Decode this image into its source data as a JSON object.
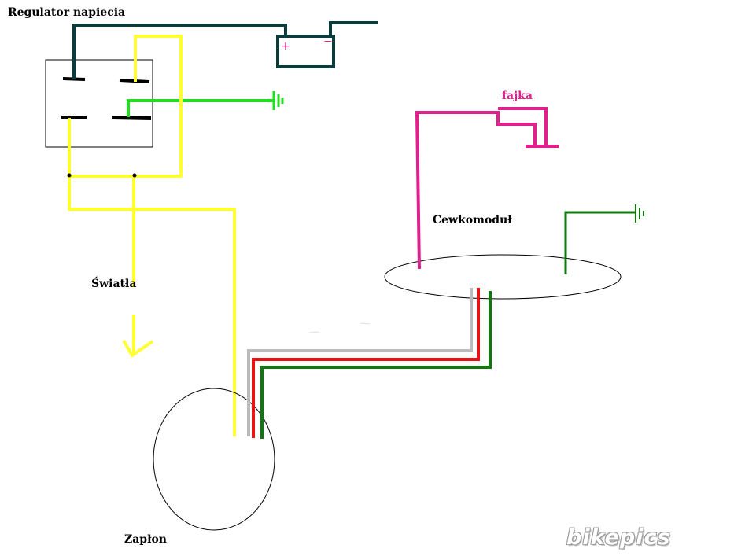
{
  "labels": {
    "regulator": "Regulator napiecia",
    "cewkomodul": "Cewkomoduł",
    "swiatla": "Światła",
    "zaplon": "Zapłon",
    "fajka": "fajka",
    "plus": "+",
    "minus": "−"
  },
  "watermark": "bikepics",
  "colors": {
    "dark_teal": "#0b3c3c",
    "yellow": "#ffff33",
    "bright_green": "#22dd22",
    "dark_green": "#117711",
    "red": "#ee1111",
    "gray": "#bbbbbb",
    "magenta": "#e0208c"
  }
}
